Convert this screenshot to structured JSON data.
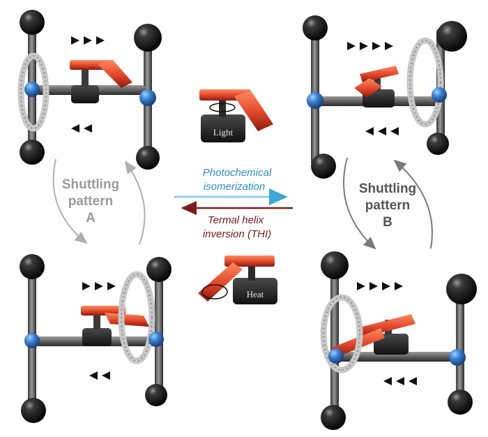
{
  "pattern_a": {
    "line1": "Shuttling",
    "line2": "pattern",
    "line3": "A"
  },
  "pattern_b": {
    "line1": "Shuttling",
    "line2": "pattern",
    "line3": "B"
  },
  "forward": {
    "line1": "Photochemical",
    "line2": "isomerization",
    "color": "#2a8fbf"
  },
  "reverse": {
    "line1": "Termal helix",
    "line2": "inversion (THI)",
    "color": "#7a1a1a"
  },
  "stimulus": {
    "light": "Light",
    "heat": "Heat"
  },
  "colors": {
    "ball": "#111111",
    "node": "#3a7fd0",
    "rod": "#6a6a6a",
    "motor": "#e05530",
    "ring": "#c8c8c8",
    "gray_label": "#9a9a9a",
    "dark_label": "#555555"
  },
  "icons": [
    "sphere-node",
    "blue-joint",
    "motor-switch",
    "rotaxane-ring",
    "arrowhead"
  ]
}
